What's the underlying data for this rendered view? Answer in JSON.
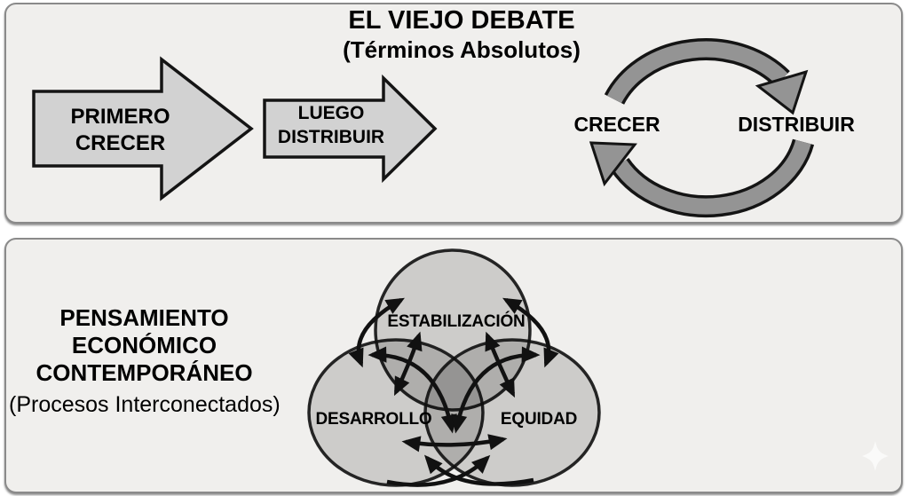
{
  "old_debate": {
    "title": "EL VIEJO DEBATE",
    "subtitle": "(Términos Absolutos)",
    "step1": {
      "line1": "PRIMERO",
      "line2": "CRECER"
    },
    "step2": {
      "line1": "LUEGO",
      "line2": "DISTRIBUIR"
    },
    "cycle": {
      "left": "CRECER",
      "right": "DISTRIBUIR"
    }
  },
  "contemporary": {
    "title": {
      "line1": "PENSAMIENTO",
      "line2": "ECONÓMICO",
      "line3": "CONTEMPORÁNEO"
    },
    "subtitle": "(Procesos Interconectados)",
    "venn": {
      "top": "ESTABILIZACIÓN",
      "bottom_left": "DESARROLLO",
      "bottom_right": "EQUIDAD"
    }
  },
  "icons": {
    "watermark": "sparkle-icon"
  },
  "colors": {
    "panel_bg": "#f0efed",
    "panel_border": "#8a8a8a",
    "block_arrow_fill": "#d2d2d2",
    "cycle_arrow_fill": "#949494",
    "outline": "#111111",
    "venn_overlay": "rgba(0,0,0,0.145)"
  }
}
